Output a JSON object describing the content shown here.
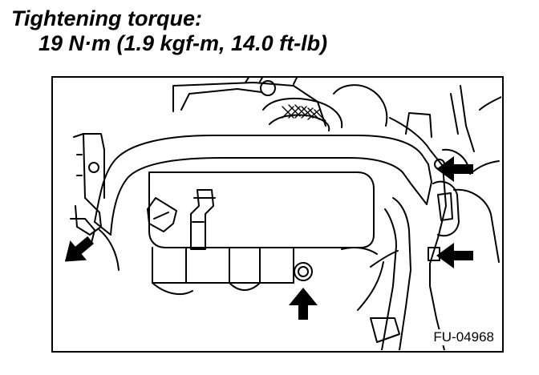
{
  "caption": {
    "heading": "Tightening torque:",
    "torque_value": "19 N·m (1.9 kgf-m, 14.0 ft-lb)"
  },
  "figure": {
    "code": "FU-04968",
    "line_color": "#000000",
    "background_color": "#ffffff"
  }
}
